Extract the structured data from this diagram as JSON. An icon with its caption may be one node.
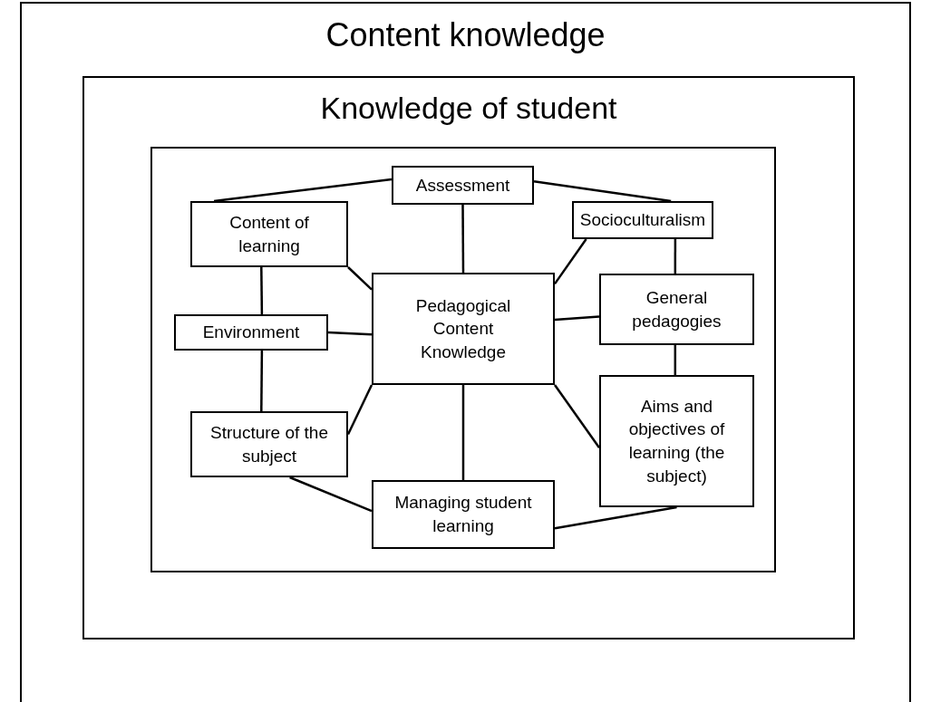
{
  "diagram": {
    "nodes": [
      {
        "text": [
          "Content knowledge"
        ]
      },
      {
        "text": [
          "Knowledge of student"
        ],
        "in": 0
      },
      {
        "text": [],
        "shape": "box",
        "in": 1
      },
      {
        "text": [
          "Assessment"
        ],
        "in": 2
      },
      {
        "text": [
          "Content of learning"
        ],
        "in": 2
      },
      {
        "text": [
          "Socioculturalism"
        ],
        "in": 2
      },
      {
        "text": [
          "Pedagogical Content Knowledge"
        ],
        "in": 2
      },
      {
        "text": [
          "Environment"
        ],
        "in": 2
      },
      {
        "text": [
          "General pedagogies"
        ],
        "in": 2
      },
      {
        "text": [
          "Structure of the subject"
        ],
        "in": 2
      },
      {
        "text": [
          "Aims and objectives of learning (the subject)"
        ],
        "in": 2
      },
      {
        "text": [
          "Managing student learning"
        ],
        "in": 2
      }
    ],
    "edges": [
      {
        "from": 3,
        "to": 4,
        "arrow": "none"
      },
      {
        "from": 3,
        "to": 5,
        "arrow": "none"
      },
      {
        "from": 3,
        "to": 6,
        "arrow": "none"
      },
      {
        "from": 4,
        "to": 6,
        "arrow": "none"
      },
      {
        "from": 5,
        "to": 6,
        "arrow": "none"
      },
      {
        "from": 7,
        "to": 6,
        "arrow": "none"
      },
      {
        "from": 8,
        "to": 6,
        "arrow": "none"
      },
      {
        "from": 9,
        "to": 6,
        "arrow": "none"
      },
      {
        "from": 10,
        "to": 6,
        "arrow": "none"
      },
      {
        "from": 11,
        "to": 6,
        "arrow": "none"
      },
      {
        "from": 4,
        "to": 7,
        "arrow": "none"
      },
      {
        "from": 7,
        "to": 9,
        "arrow": "none"
      },
      {
        "from": 5,
        "to": 8,
        "arrow": "none"
      },
      {
        "from": 8,
        "to": 10,
        "arrow": "none"
      },
      {
        "from": 9,
        "to": 11,
        "arrow": "none"
      },
      {
        "from": 11,
        "to": 10,
        "arrow": "none"
      }
    ]
  }
}
